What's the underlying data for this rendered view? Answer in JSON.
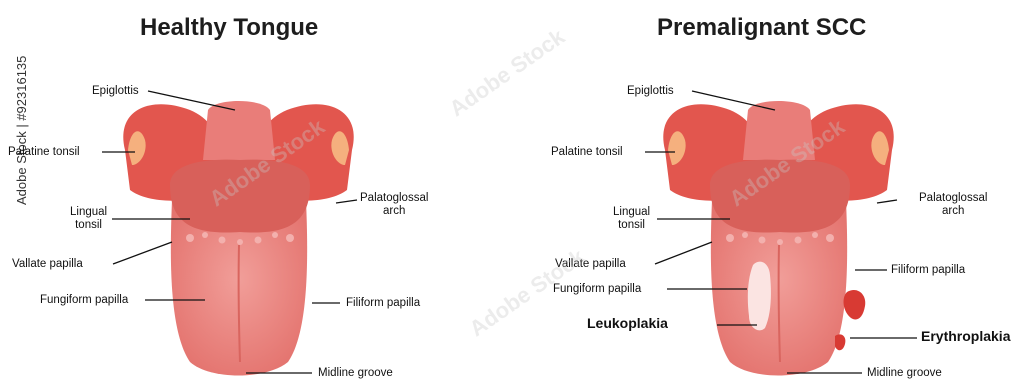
{
  "left": {
    "title": "Healthy Tongue",
    "labels": {
      "epiglottis": "Epiglottis",
      "palatine_tonsil": "Palatine tonsil",
      "palatoglossal_arch": "Palatoglossal\narch",
      "lingual_tonsil": "Lingual\ntonsil",
      "vallate_papilla": "Vallate papilla",
      "fungiform_papilla": "Fungiform papilla",
      "filiform_papilla": "Filiform papilla",
      "midline_groove": "Midline groove"
    }
  },
  "right": {
    "title": "Premalignant SCC",
    "labels": {
      "epiglottis": "Epiglottis",
      "palatine_tonsil": "Palatine tonsil",
      "palatoglossal_arch": "Palatoglossal\narch",
      "lingual_tonsil": "Lingual\ntonsil",
      "vallate_papilla": "Vallate papilla",
      "fungiform_papilla": "Fungiform papilla",
      "filiform_papilla": "Filiform papilla",
      "leukoplakia": "Leukoplakia",
      "erythroplakia": "Erythroplakia",
      "midline_groove": "Midline groove"
    }
  },
  "watermark": {
    "side_text": "Adobe Stock | #92316135",
    "overlay_text": "Adobe Stock"
  },
  "colors": {
    "tongue": "#ee8a86",
    "tongue_dark": "#d9655f",
    "tonsil_outer": "#e2564e",
    "tonsil_spot": "#f5b07e",
    "lingual_tonsil": "#d8605a",
    "leukoplakia": "#fbe4e2",
    "erythroplakia": "#d83a33"
  }
}
